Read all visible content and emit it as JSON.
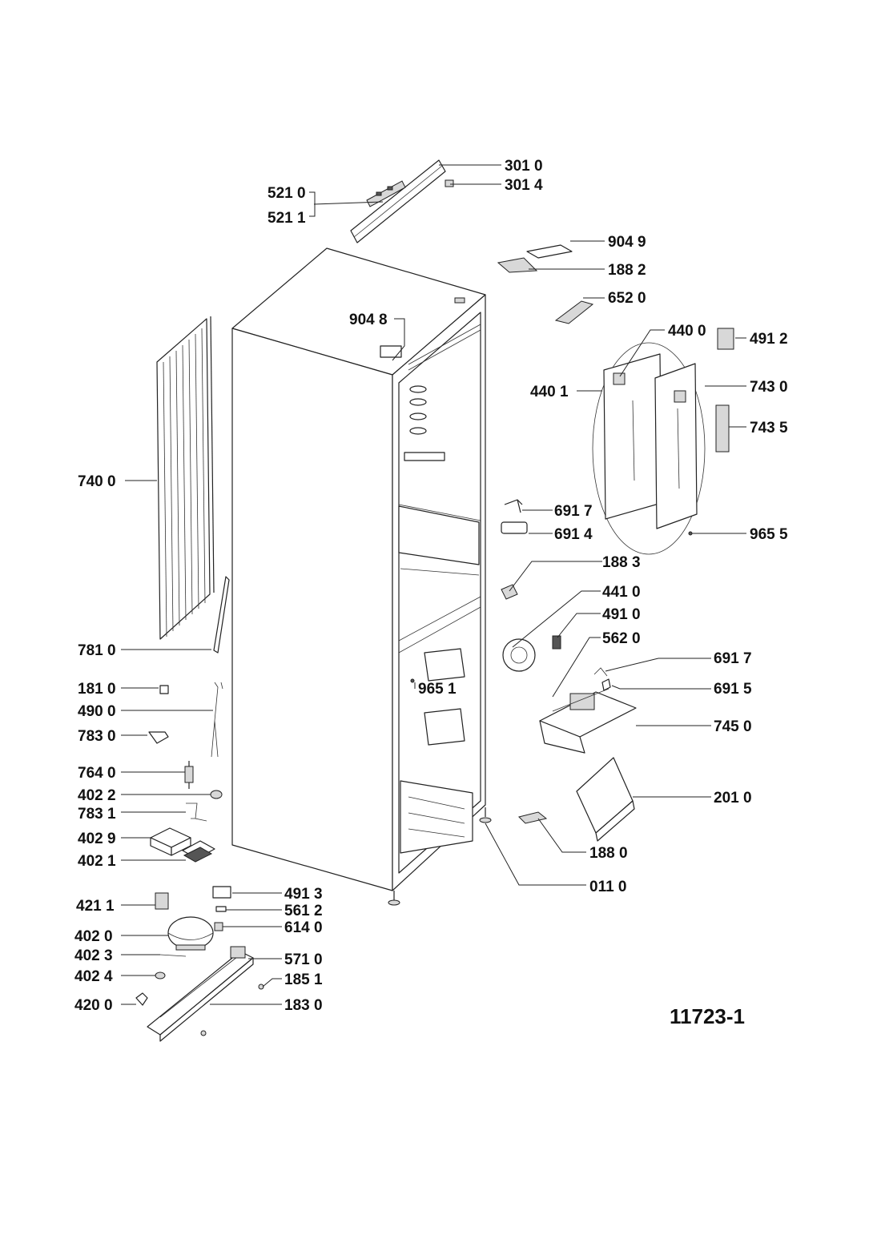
{
  "diagram": {
    "reference": "11723-1",
    "callouts": [
      "301 0",
      "301 4",
      "521 0",
      "521 1",
      "904 9",
      "188 2",
      "652 0",
      "904 8",
      "440 0",
      "491 2",
      "440 1",
      "743 0",
      "743 5",
      "740 0",
      "691 7",
      "691 4",
      "965 5",
      "188 3",
      "441 0",
      "491 0",
      "562 0",
      "781 0",
      "181 0",
      "490 0",
      "783 0",
      "965 1",
      "691 5",
      "745 0",
      "764 0",
      "402 2",
      "783 1",
      "201 0",
      "402 9",
      "402 1",
      "188 0",
      "011 0",
      "491 3",
      "421 1",
      "561 2",
      "402 0",
      "614 0",
      "402 3",
      "571 0",
      "402 4",
      "185 1",
      "420 0",
      "183 0"
    ]
  }
}
